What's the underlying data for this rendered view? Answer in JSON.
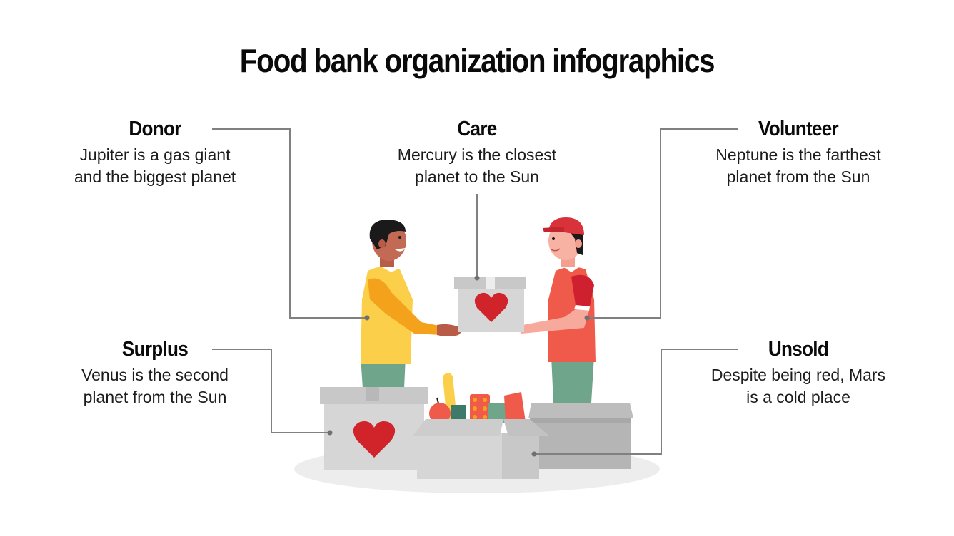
{
  "title": "Food bank organization infographics",
  "sections": {
    "donor": {
      "heading": "Donor",
      "line1": "Jupiter is a gas giant",
      "line2": "and the biggest planet"
    },
    "care": {
      "heading": "Care",
      "line1": "Mercury is the closest",
      "line2": "planet to the Sun"
    },
    "volunteer": {
      "heading": "Volunteer",
      "line1": "Neptune is the farthest",
      "line2": "planet from the Sun"
    },
    "surplus": {
      "heading": "Surplus",
      "line1": "Venus is the second",
      "line2": "planet from the Sun"
    },
    "unsold": {
      "heading": "Unsold",
      "line1": "Despite being red, Mars",
      "line2": "is a cold place"
    }
  },
  "colors": {
    "connector": "#808080",
    "heart": "#d0232a",
    "box_light": "#d6d6d6",
    "box_dark": "#b5b5b5",
    "yellow_shirt": "#fbcf4a",
    "orange_sleeve": "#f4a21c",
    "red_shirt": "#ef5a4a",
    "dark_red_sleeve": "#cf2030",
    "pants": "#6fa58a",
    "floor_shadow": "#ededed"
  },
  "illustration": {
    "figures": [
      "donor-person",
      "volunteer-person"
    ],
    "items": [
      "care-box-with-heart",
      "surplus-box-with-heart",
      "open-food-box",
      "unsold-box",
      "bread",
      "apple",
      "can",
      "pill-pack",
      "milk-carton"
    ]
  }
}
